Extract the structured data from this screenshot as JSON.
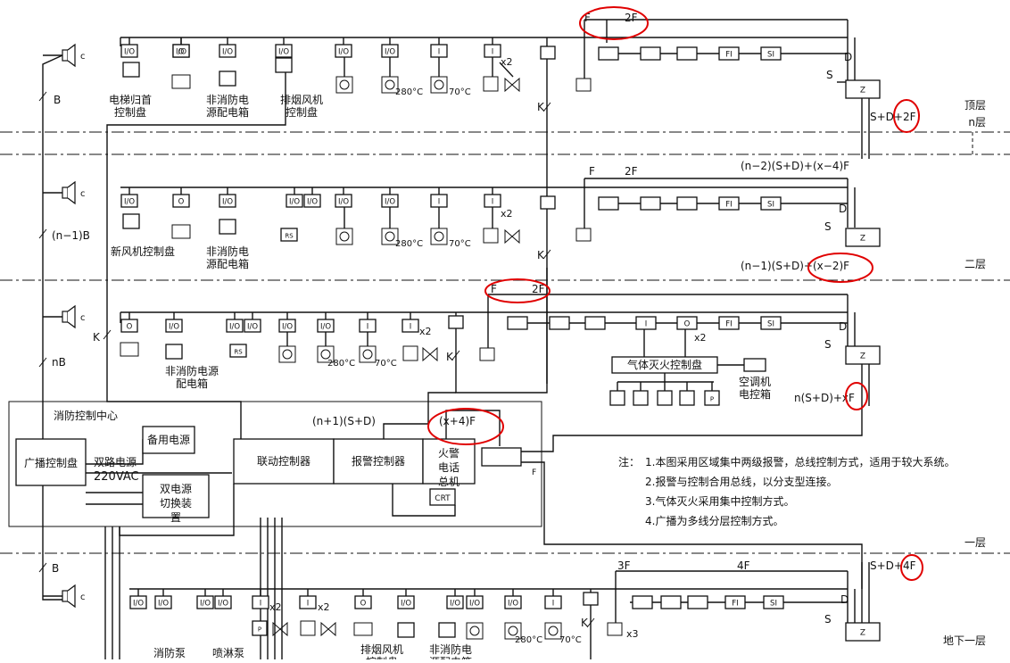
{
  "floors": {
    "top": "顶层",
    "n": "n层",
    "second": "二层",
    "first": "一层",
    "basement": "地下一层"
  },
  "buses": {
    "B": "B",
    "n1B": "(n−1)B",
    "nB": "nB",
    "K": "K",
    "D": "D",
    "S": "S",
    "F": "F",
    "twoF": "2F",
    "threeF": "3F",
    "fourF": "4F",
    "x2": "x2",
    "x3": "x3",
    "c": "c"
  },
  "formulas": {
    "top": "S+D+2F",
    "l2": "(n−2)(S+D)+(x−4)F",
    "l3": "(n−1)(S+D)+(x−2)F",
    "l4": "n(S+D)+xF",
    "ctrl_a": "(n+1)(S+D)",
    "ctrl_b": "(x+4)F",
    "base": "S+D+4F"
  },
  "modules": {
    "io": "I/O",
    "o": "O",
    "i": "I",
    "rs": "RS",
    "fi": "FI",
    "si": "SI",
    "z": "Z",
    "p": "P",
    "t280": "280°C",
    "t70": "70°C"
  },
  "labels": {
    "elevator": "电梯归首控制盘",
    "nonfire": "非消防电源配电箱",
    "smoke_fan": "排烟风机控制盘",
    "fresh_air": "新风机控制盘",
    "gas_panel": "气体灭火控制盘",
    "ac": "空调机电控箱",
    "fire_pump": "消防泵控制盘",
    "sprinkler_pump": "喷淋泵控制盘"
  },
  "center": {
    "title": "消防控制中心",
    "broadcast": "广播控制盘",
    "backup": "备用电源",
    "dual_supply": "双路电源",
    "voltage": "220VAC",
    "switch": "双电源切换装置",
    "linkage": "联动控制器",
    "alarm": "报警控制器",
    "phone": "火警电话总机",
    "crt": "CRT"
  },
  "notes": {
    "head": "注：",
    "items": [
      "1.本图采用区域集中两级报警，总线控制方式，适用于较大系统。",
      "2.报警与控制合用总线，以分支型连接。",
      "3.气体灭火采用集中控制方式。",
      "4.广播为多线分层控制方式。"
    ]
  },
  "colors": {
    "ink": "#111111",
    "annotation": "#e00000"
  }
}
